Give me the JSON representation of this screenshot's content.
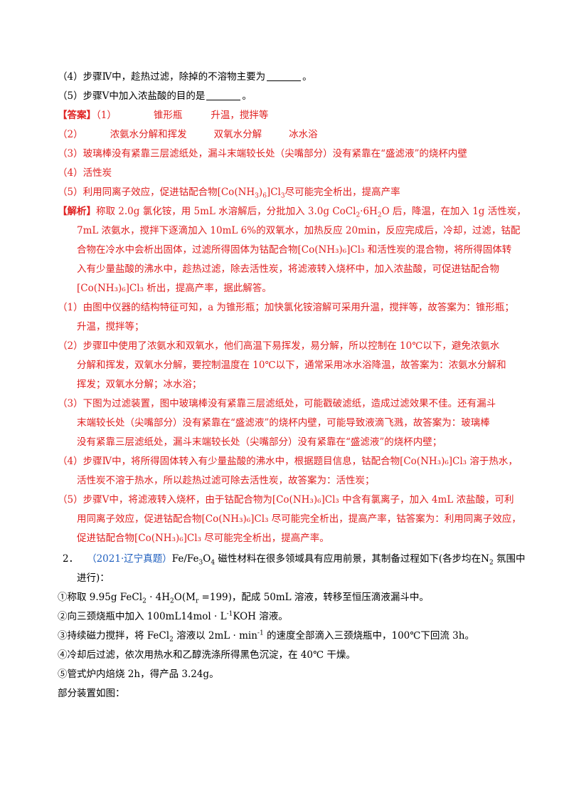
{
  "q4": {
    "prefix": "（4）步骤Ⅳ中，趁热过滤，除掉的不溶物主要为",
    "suffix": "。"
  },
  "q5": {
    "prefix": "（5）步骤Ⅴ中加入浓盐酸的目的是",
    "suffix": "。"
  },
  "answer": {
    "tag": "【答案】",
    "a1": {
      "num": "（1）",
      "p1": "锥形瓶",
      "p2": "升温，搅拌等"
    },
    "a2": {
      "num": "（2）",
      "p1": "浓氨水分解和挥发",
      "p2": "双氧水分解",
      "p3": "冰水浴"
    },
    "a3": "（3）玻璃棒没有紧靠三层滤纸处，漏斗末端较长处（尖嘴部分）没有紧靠在“盛滤液”的烧杯内壁",
    "a4": "（4）活性炭",
    "a5": {
      "a": "（5）利用同离子效应，促进钴配合物[Co(NH",
      "b": "3",
      "c": ")",
      "d": "6",
      "e": "]Cl",
      "f": "3",
      "g": "尽可能完全析出，提高产率"
    }
  },
  "analysis": {
    "tag": "【解析】",
    "l1a": "称取 2.0g 氯化铵，用 5mL 水溶解后，分批加入 3.0g CoCl",
    "l1b": "2",
    "l1c": "·6H",
    "l1d": "2",
    "l1e": "O 后，降温，在加入 1g 活性炭，",
    "l2": "7mL 浓氨水，搅拌下逐滴加入 10mL 6%的双氧水，加热反应 20min，反应完成后，冷却，过滤，钴配",
    "l3": "合物在冷水中会析出固体，过滤所得固体为钴配合物[Co(NH₃)₆]Cl₃ 和活性炭的混合物，将所得固体转",
    "l4": "入有少量盐酸的沸水中，趁热过滤，除去活性炭，将滤液转入烧杯中，加入浓盐酸，可促进钴配合物",
    "l5": "[Co(NH₃)₆]Cl₃ 析出，提高产率，据此解答。",
    "p1a": "（1）由图中仪器的结构特征可知，a 为锥形瓶；加快氯化铵溶解可采用升温，搅拌等，故答案为：锥形瓶；",
    "p1b": "升温，搅拌等；",
    "p2a": "（2）步骤Ⅱ中使用了浓氨水和双氧水，他们高温下易挥发，易分解，所以控制在 10℃以下，避免浓氨水",
    "p2b": "分解和挥发，双氧水分解，要控制温度在 10℃以下，通常采用冰水浴降温，故答案为：浓氨水分解和",
    "p2c": "挥发；双氧水分解；冰水浴；",
    "p3a": "（3）下图为过滤装置，图中玻璃棒没有紧靠三层滤纸处，可能戳破滤纸，造成过滤效果不佳。还有漏斗",
    "p3b": "末端较长处（尖嘴部分）没有紧靠在“盛滤液”的烧杯内壁，可能导致液滴飞溅，故答案为：玻璃棒",
    "p3c": "没有紧靠三层滤纸处，漏斗末端较长处（尖嘴部分）没有紧靠在“盛滤液”的烧杯内壁；",
    "p4a": "（4）步骤Ⅳ中，将所得固体转入有少量盐酸的沸水中，根据题目信息，钴配合物[Co(NH₃)₆]Cl₃ 溶于热水，",
    "p4b": "活性炭不溶于热水，所以趁热过滤可除去活性炭，故答案为：活性炭；",
    "p5a": "（5）步骤Ⅴ中，将滤液转入烧杯，由于钴配合物为[Co(NH₃)₆]Cl₃ 中含有氯离子，加入 4mL 浓盐酸，可利",
    "p5b": "用同离子效应，促进钴配合物[Co(NH₃)₆]Cl₃ 尽可能完全析出，提高产率，钴答案为：利用同离子效应，",
    "p5c": "促进钴配合物[Co(NH₃)₆]Cl₃ 尽可能完全析出，提高产率。"
  },
  "q2": {
    "num": "2．",
    "source": "（2021·辽宁真题）",
    "intro_a": "Fe/Fe",
    "intro_b": "3",
    "intro_c": "O",
    "intro_d": "4",
    "intro_e": " 磁性材料在很多领域具有应用前景，其制备过程如下(各步均在",
    "intro_f": "N",
    "intro_g": "2",
    "intro_h": " 氛围中",
    "intro2": "进行)：",
    "s1a": "①称取 9.95g FeCl",
    "s1b": "2",
    "s1c": " · 4H",
    "s1d": "2",
    "s1e": "O(M",
    "s1f": "r",
    "s1g": " =199)，配成 50mL 溶液，转移至恒压滴液漏斗中。",
    "s2a": "②向三颈烧瓶中加入 100mL14mol · L",
    "s2b": "-1",
    "s2c": "KOH 溶液。",
    "s3a": "③持续磁力搅拌，将 FeCl",
    "s3b": "2",
    "s3c": " 溶液以 2mL · min",
    "s3d": "-1",
    "s3e": " 的速度全部滴入三颈烧瓶中，100℃下回流 3h。",
    "s4": "④冷却后过滤，依次用热水和乙醇洗涤所得黑色沉淀，在 40℃ 干燥。",
    "s5": "⑤管式炉内焙烧 2h，得产品 3.24g。",
    "s6": "部分装置如图："
  }
}
